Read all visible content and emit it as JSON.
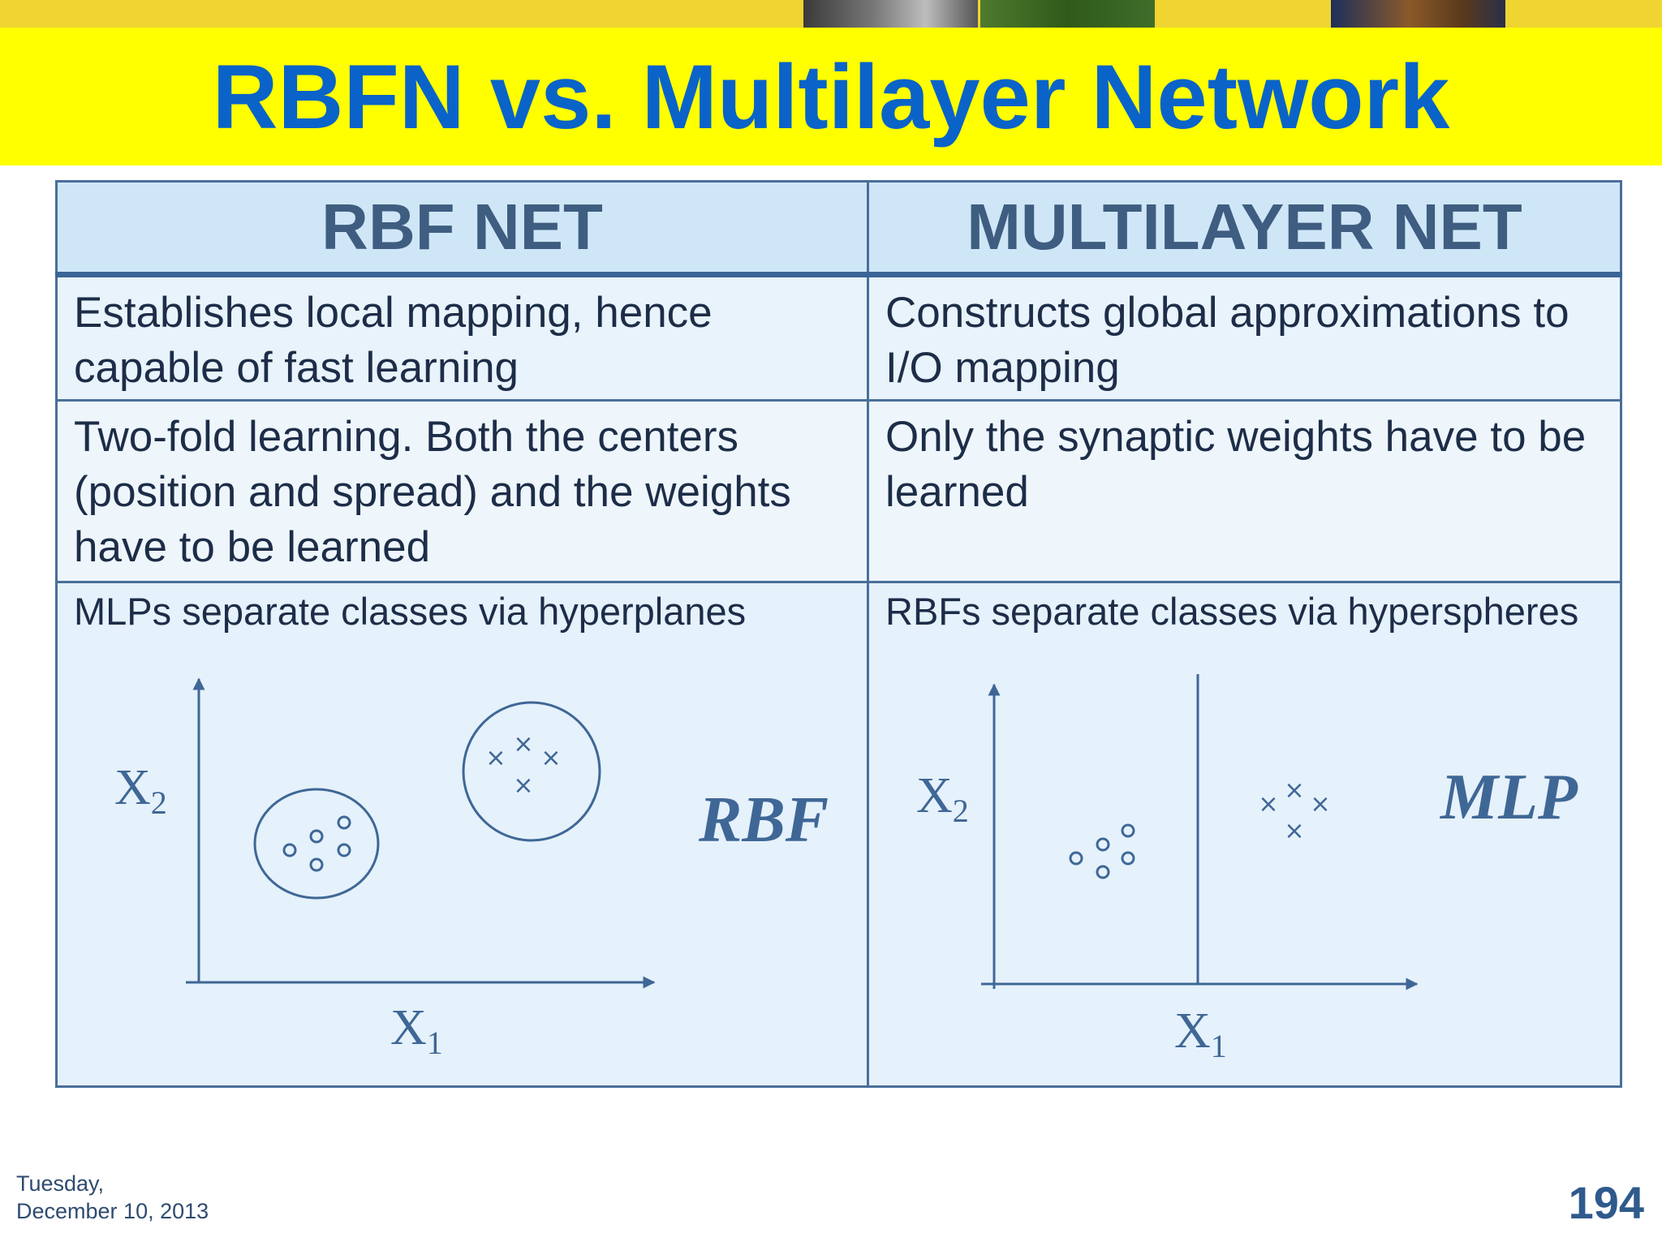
{
  "title": "RBFN vs. Multilayer Network",
  "table": {
    "headers": [
      "RBF NET",
      "MULTILAYER NET"
    ],
    "rows": [
      [
        "Establishes local mapping, hence capable of fast learning",
        "Constructs global approximations to I/O mapping"
      ],
      [
        "Two-fold learning. Both the centers (position and spread) and the weights have to be learned",
        "Only the synaptic weights have to be learned"
      ],
      [
        "MLPs separate classes via hyperplanes",
        "RBFs separate classes via hyperspheres"
      ]
    ]
  },
  "diagrams": {
    "left": {
      "label": "RBF",
      "x_axis": "X",
      "x_sub": "1",
      "y_axis": "X",
      "y_sub": "2"
    },
    "right": {
      "label": "MLP",
      "x_axis": "X",
      "x_sub": "1",
      "y_axis": "X",
      "y_sub": "2"
    }
  },
  "footer": {
    "date_line1": "Tuesday,",
    "date_line2": "December 10, 2013",
    "page_number": "194"
  },
  "colors": {
    "title": "#0a63c8",
    "title_bar": "#ffff00",
    "header_bg": "#cfe6f7",
    "diagram_ink": "#3f6796"
  }
}
